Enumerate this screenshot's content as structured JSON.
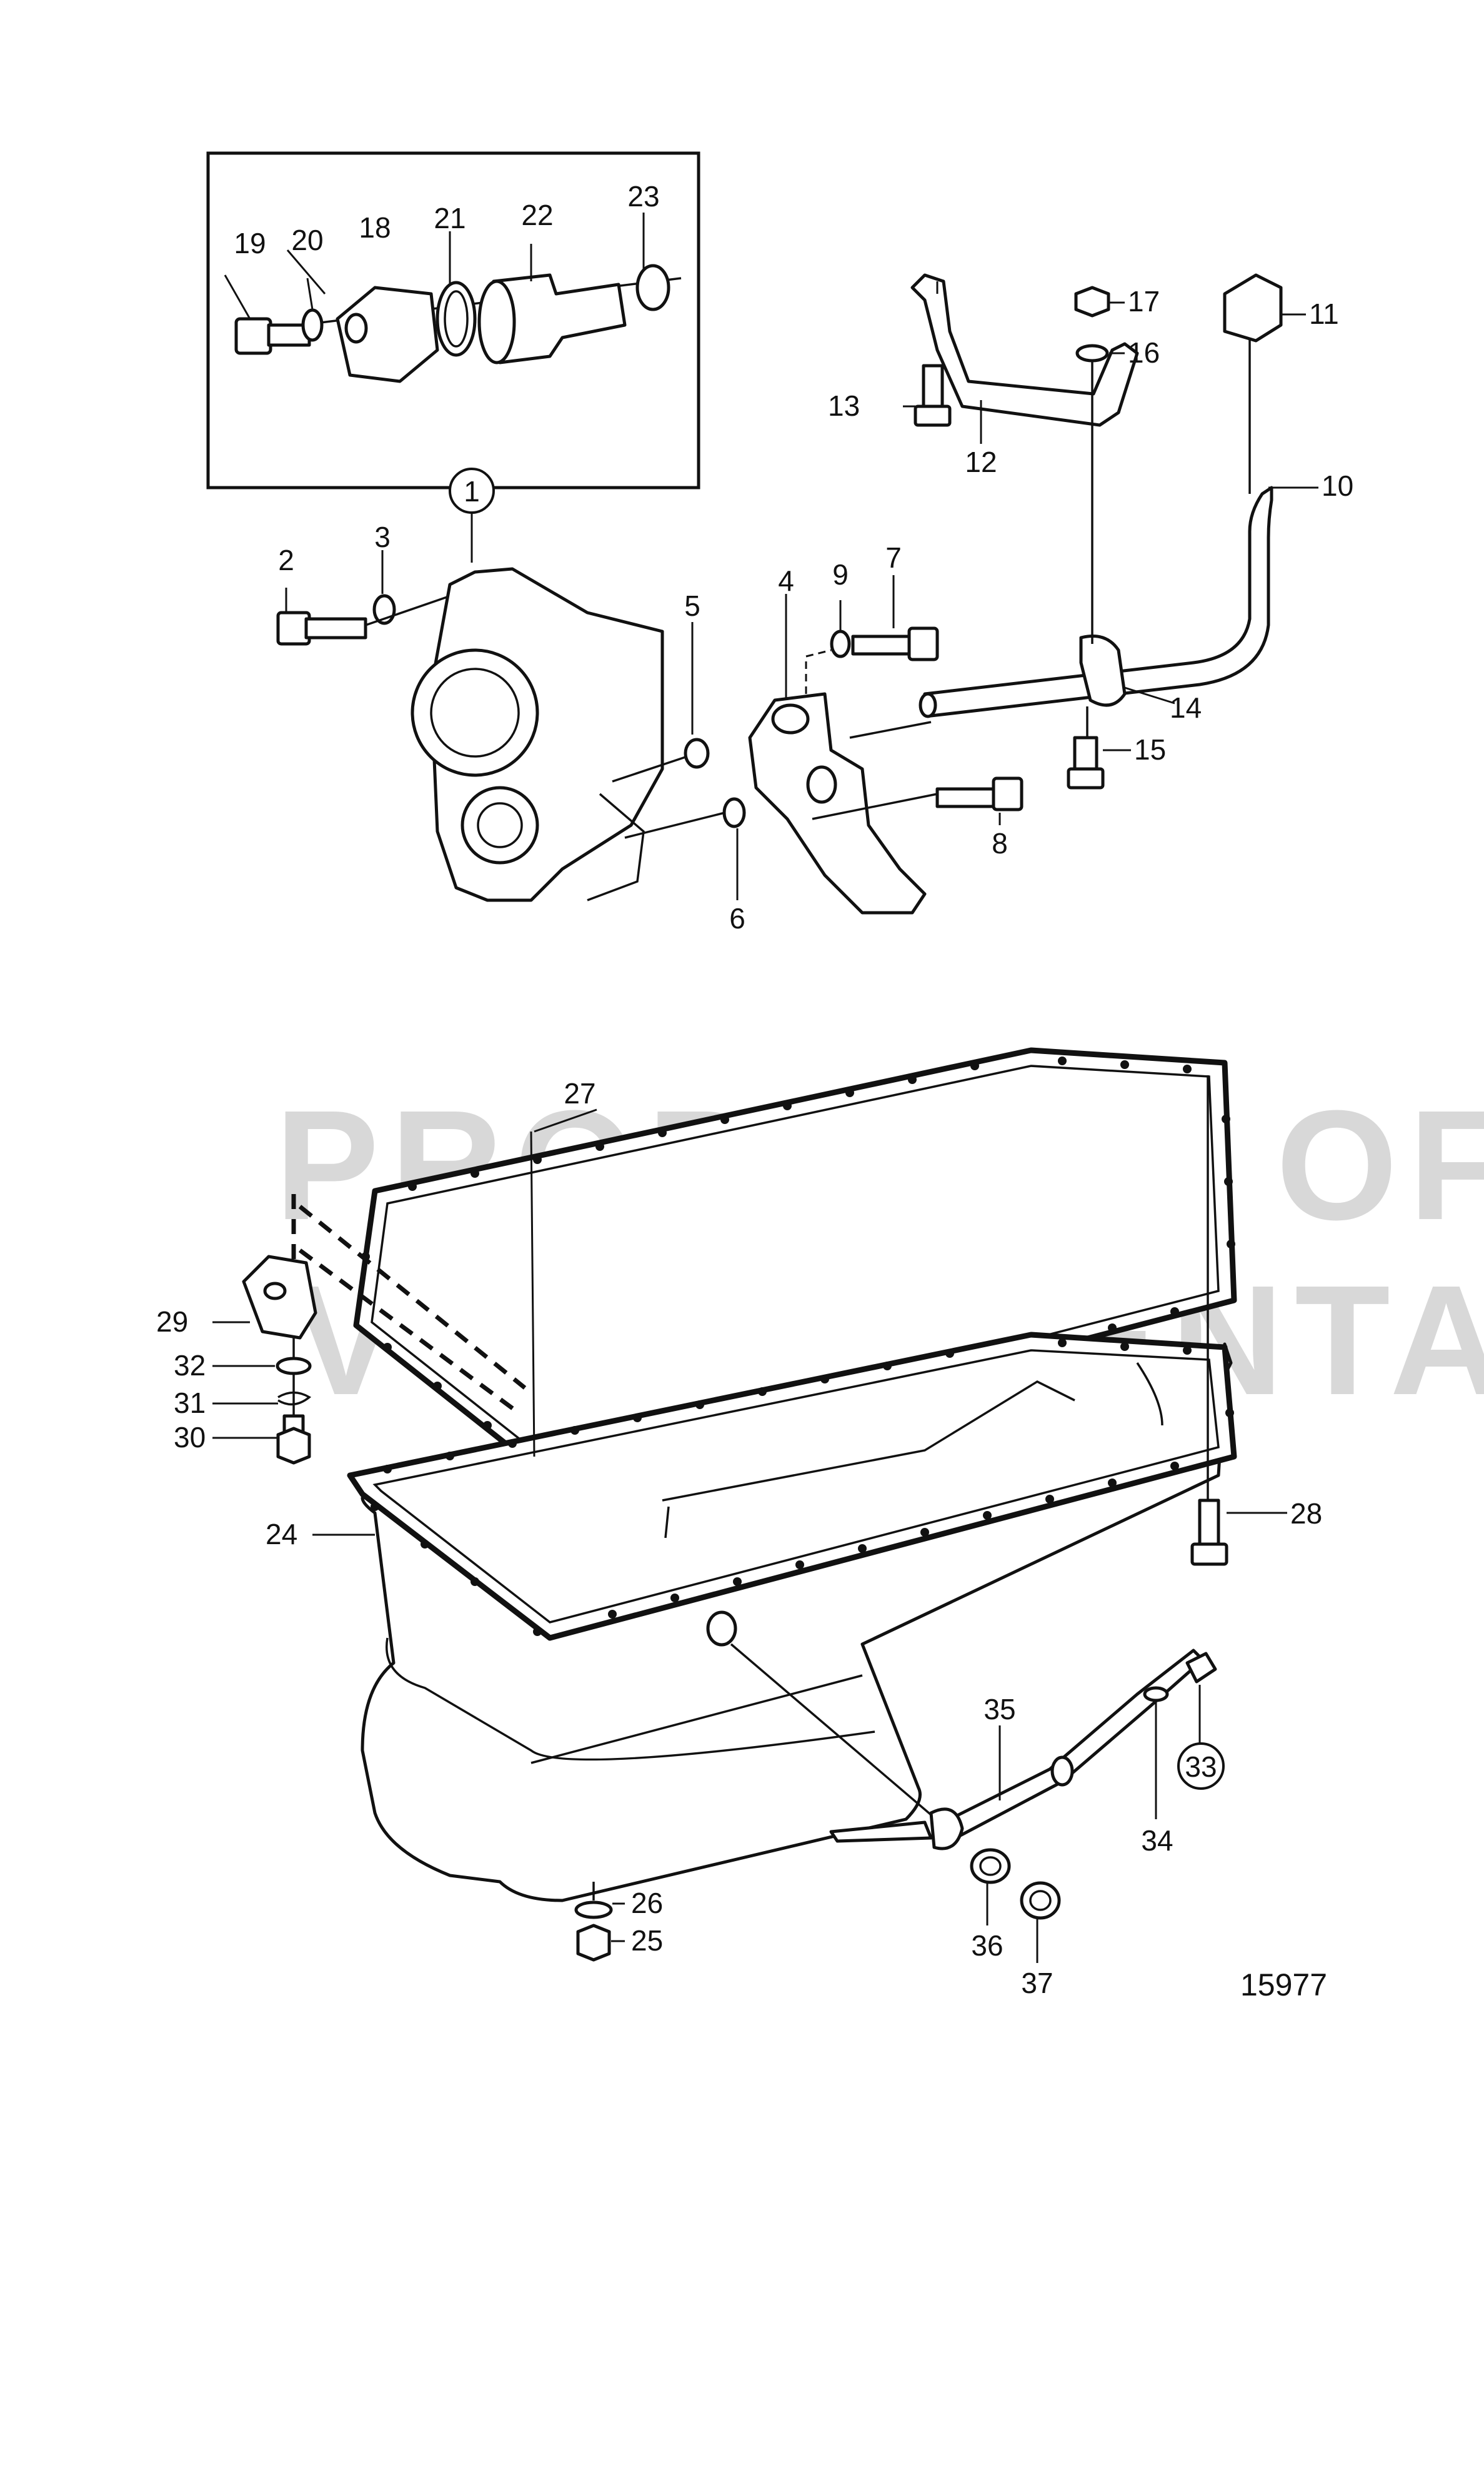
{
  "watermark": {
    "line1": "PROPERTY OF",
    "line2": "VOLVO PENTA"
  },
  "figure_number": "15977",
  "callouts": [
    {
      "id": "c1",
      "text": "1"
    },
    {
      "id": "c2",
      "text": "2"
    },
    {
      "id": "c3",
      "text": "3"
    },
    {
      "id": "c4",
      "text": "4"
    },
    {
      "id": "c5",
      "text": "5"
    },
    {
      "id": "c6",
      "text": "6"
    },
    {
      "id": "c7",
      "text": "7"
    },
    {
      "id": "c8",
      "text": "8"
    },
    {
      "id": "c9",
      "text": "9"
    },
    {
      "id": "c10",
      "text": "10"
    },
    {
      "id": "c11",
      "text": "11"
    },
    {
      "id": "c12",
      "text": "12"
    },
    {
      "id": "c13",
      "text": "13"
    },
    {
      "id": "c14",
      "text": "14"
    },
    {
      "id": "c15",
      "text": "15"
    },
    {
      "id": "c16",
      "text": "16"
    },
    {
      "id": "c17",
      "text": "17"
    },
    {
      "id": "c18",
      "text": "18"
    },
    {
      "id": "c19",
      "text": "19"
    },
    {
      "id": "c20",
      "text": "20"
    },
    {
      "id": "c21",
      "text": "21"
    },
    {
      "id": "c22",
      "text": "22"
    },
    {
      "id": "c23",
      "text": "23"
    },
    {
      "id": "c24",
      "text": "24"
    },
    {
      "id": "c25",
      "text": "25"
    },
    {
      "id": "c26",
      "text": "26"
    },
    {
      "id": "c27",
      "text": "27"
    },
    {
      "id": "c28",
      "text": "28"
    },
    {
      "id": "c29",
      "text": "29"
    },
    {
      "id": "c30",
      "text": "30"
    },
    {
      "id": "c31",
      "text": "31"
    },
    {
      "id": "c32",
      "text": "32"
    },
    {
      "id": "c33",
      "text": "33"
    },
    {
      "id": "c34",
      "text": "34"
    },
    {
      "id": "c35",
      "text": "35"
    },
    {
      "id": "c36",
      "text": "36"
    },
    {
      "id": "c37",
      "text": "37"
    }
  ]
}
